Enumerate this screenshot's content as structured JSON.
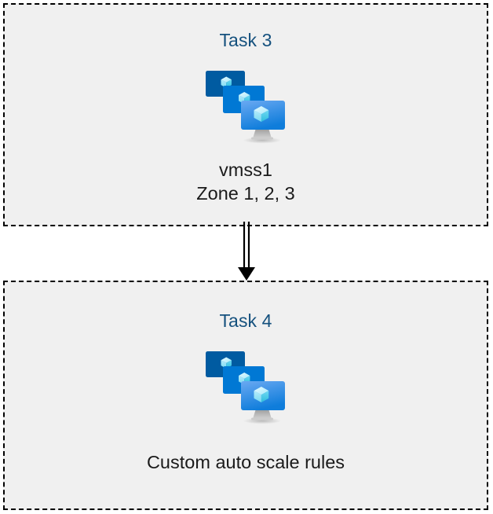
{
  "diagram": {
    "background_color": "#ffffff",
    "box_fill_color": "#f0f0f0",
    "box_border_color": "#000000",
    "title_color": "#15517e",
    "label_color": "#1a1a1a",
    "connector_color": "#000000"
  },
  "nodes": [
    {
      "id": "task-3",
      "title": "Task 3",
      "icon": "azure-vm-scale-set-icon",
      "labels": [
        "vmss1",
        "Zone 1, 2, 3"
      ]
    },
    {
      "id": "task-4",
      "title": "Task 4",
      "icon": "azure-vm-scale-set-icon",
      "labels": [
        "Custom auto scale rules"
      ]
    }
  ],
  "connectors": [
    {
      "id": "task3-to-task4",
      "from": "task-3",
      "to": "task-4",
      "style": "double-line-with-arrowhead",
      "direction": "down"
    }
  ],
  "icon_palette": {
    "monitor_back": "#005ba1",
    "monitor_middle": "#0078d4",
    "monitor_front_top": "#5ea0ef",
    "monitor_front_bottom": "#0f7ddb",
    "cube_light": "#c3f1ff",
    "cube_mid": "#9cebff",
    "cube_dark": "#32bedd",
    "stand": "#9e9e9e"
  }
}
